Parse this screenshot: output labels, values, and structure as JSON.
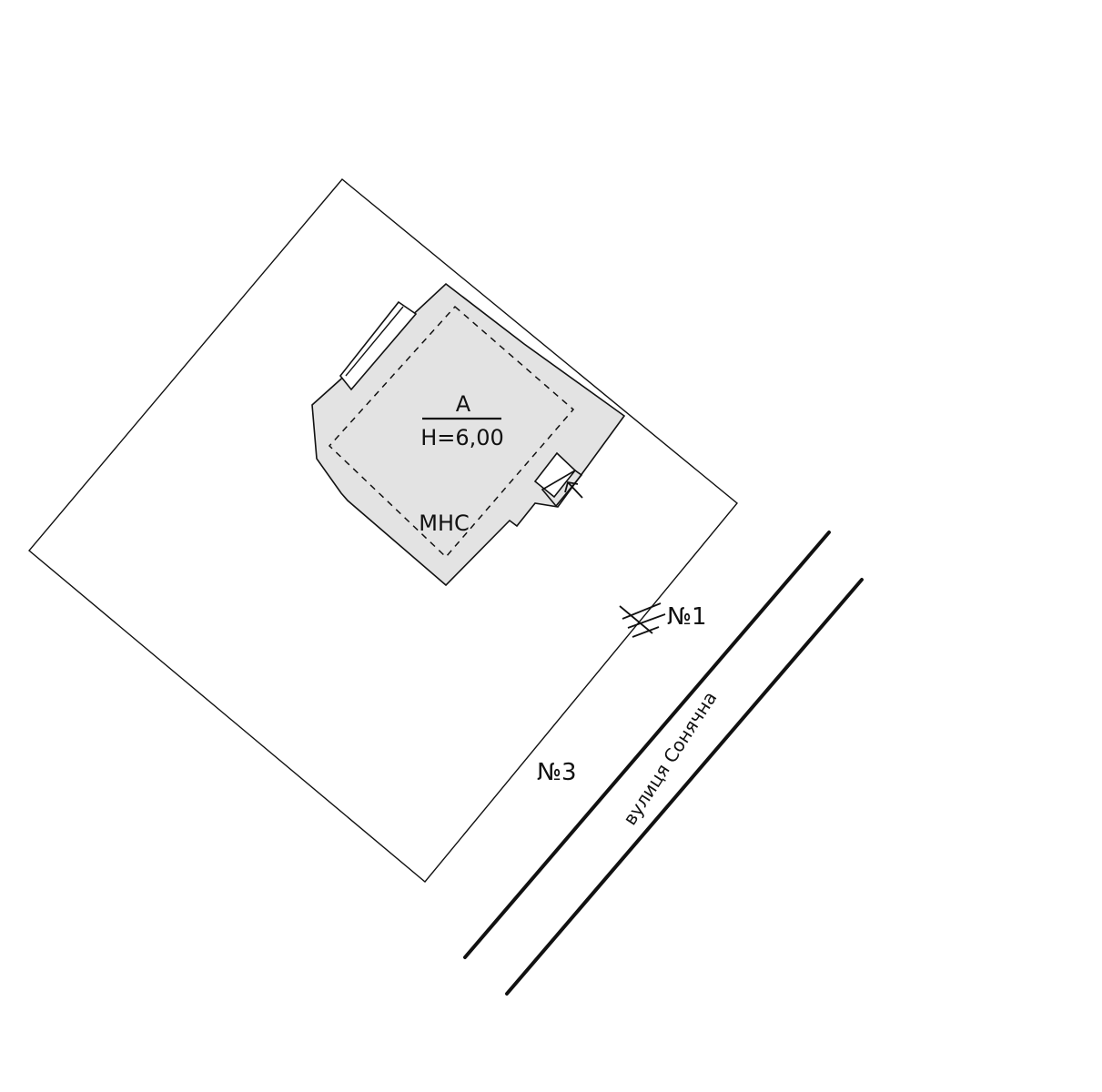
{
  "building": {
    "letter": "А",
    "height_label": "H=6,00",
    "material_label": "МНС"
  },
  "labels": {
    "entrance_1": "№1",
    "plot_number": "№3",
    "street_name": "вулиця Сонячна"
  },
  "colors": {
    "building_fill": "#e3e3e3",
    "lines": "#111111",
    "background": "#ffffff"
  }
}
